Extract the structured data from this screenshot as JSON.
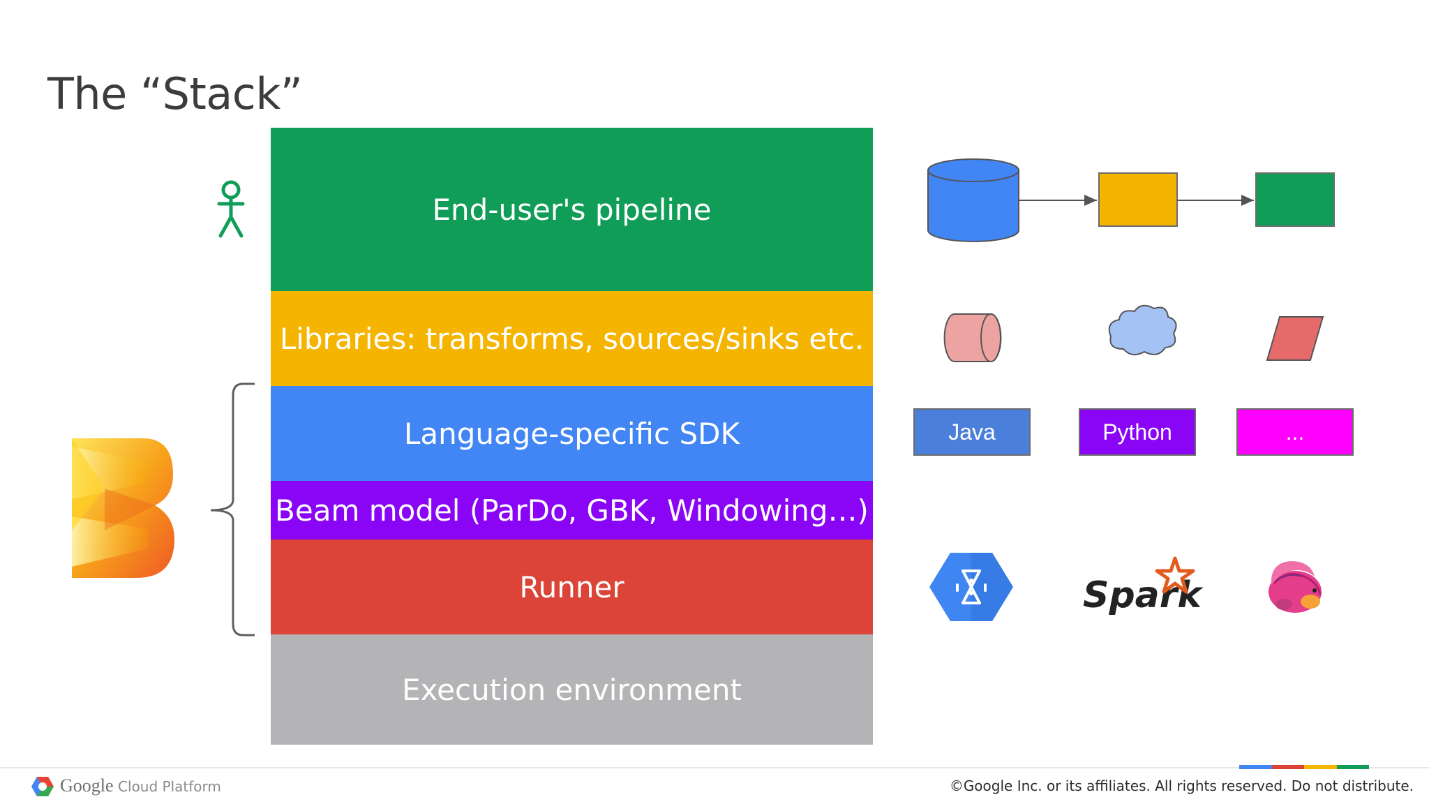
{
  "slide": {
    "title": "The “Stack”"
  },
  "layers": [
    {
      "id": "pipeline",
      "label": "End-user's pipeline",
      "color": "#0f9d58"
    },
    {
      "id": "libraries",
      "label": "Libraries: transforms, sources/sinks etc.",
      "color": "#f4b400"
    },
    {
      "id": "sdk",
      "label": "Language-specific SDK",
      "color": "#4285f4"
    },
    {
      "id": "model",
      "label": "Beam model (ParDo, GBK, Windowing…)",
      "color": "#8a05f5"
    },
    {
      "id": "runner",
      "label": "Runner",
      "color": "#db4437"
    },
    {
      "id": "execution",
      "label": "Execution environment",
      "color": "#b4b3b6"
    }
  ],
  "languages": [
    {
      "label": "Java",
      "color": "#4a7fdc"
    },
    {
      "label": "Python",
      "color": "#8a05f5"
    },
    {
      "label": "...",
      "color": "#ff00ff"
    }
  ],
  "runners": {
    "spark_label": "Spark",
    "icons": [
      "dataflow-hexagon-icon",
      "spark-logo-icon",
      "flink-squirrel-icon"
    ]
  },
  "footer": {
    "brand": "Google",
    "brand_sub": "Cloud Platform",
    "copyright": "©Google Inc. or its affiliates. All rights reserved. Do not distribute."
  },
  "colors": {
    "title": "#3c3c3c",
    "bracket": "#5f5f5f",
    "person": "#0f9d58",
    "strip": [
      "#4285f4",
      "#db4437",
      "#f4b400",
      "#0f9d58"
    ]
  }
}
